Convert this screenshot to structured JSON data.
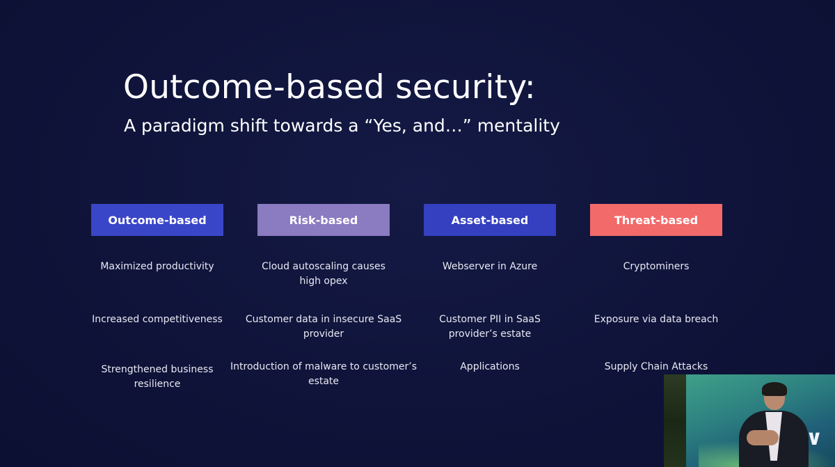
{
  "slide": {
    "title": "Outcome-based security:",
    "subtitle": "A paradigm shift towards a “Yes, and…” mentality"
  },
  "columns": [
    {
      "header": "Outcome-based",
      "color": "#3a46c8",
      "items": [
        "Maximized productivity",
        "Increased competitiveness",
        "Strengthened business resilience"
      ]
    },
    {
      "header": "Risk-based",
      "color": "#8b7bc0",
      "items": [
        "Cloud autoscaling causes high opex",
        "Customer data in insecure SaaS provider",
        "Introduction of malware to customer’s estate"
      ]
    },
    {
      "header": "Asset-based",
      "color": "#3440bf",
      "items": [
        "Webserver in Azure",
        "Customer PII in SaaS provider’s estate",
        "Applications"
      ]
    },
    {
      "header": "Threat-based",
      "color": "#f26a6a",
      "items": [
        "Cryptominers",
        "Exposure via data breach",
        "Supply Chain Attacks"
      ]
    }
  ],
  "speaker_video": {
    "logo_glyph": "∨"
  }
}
